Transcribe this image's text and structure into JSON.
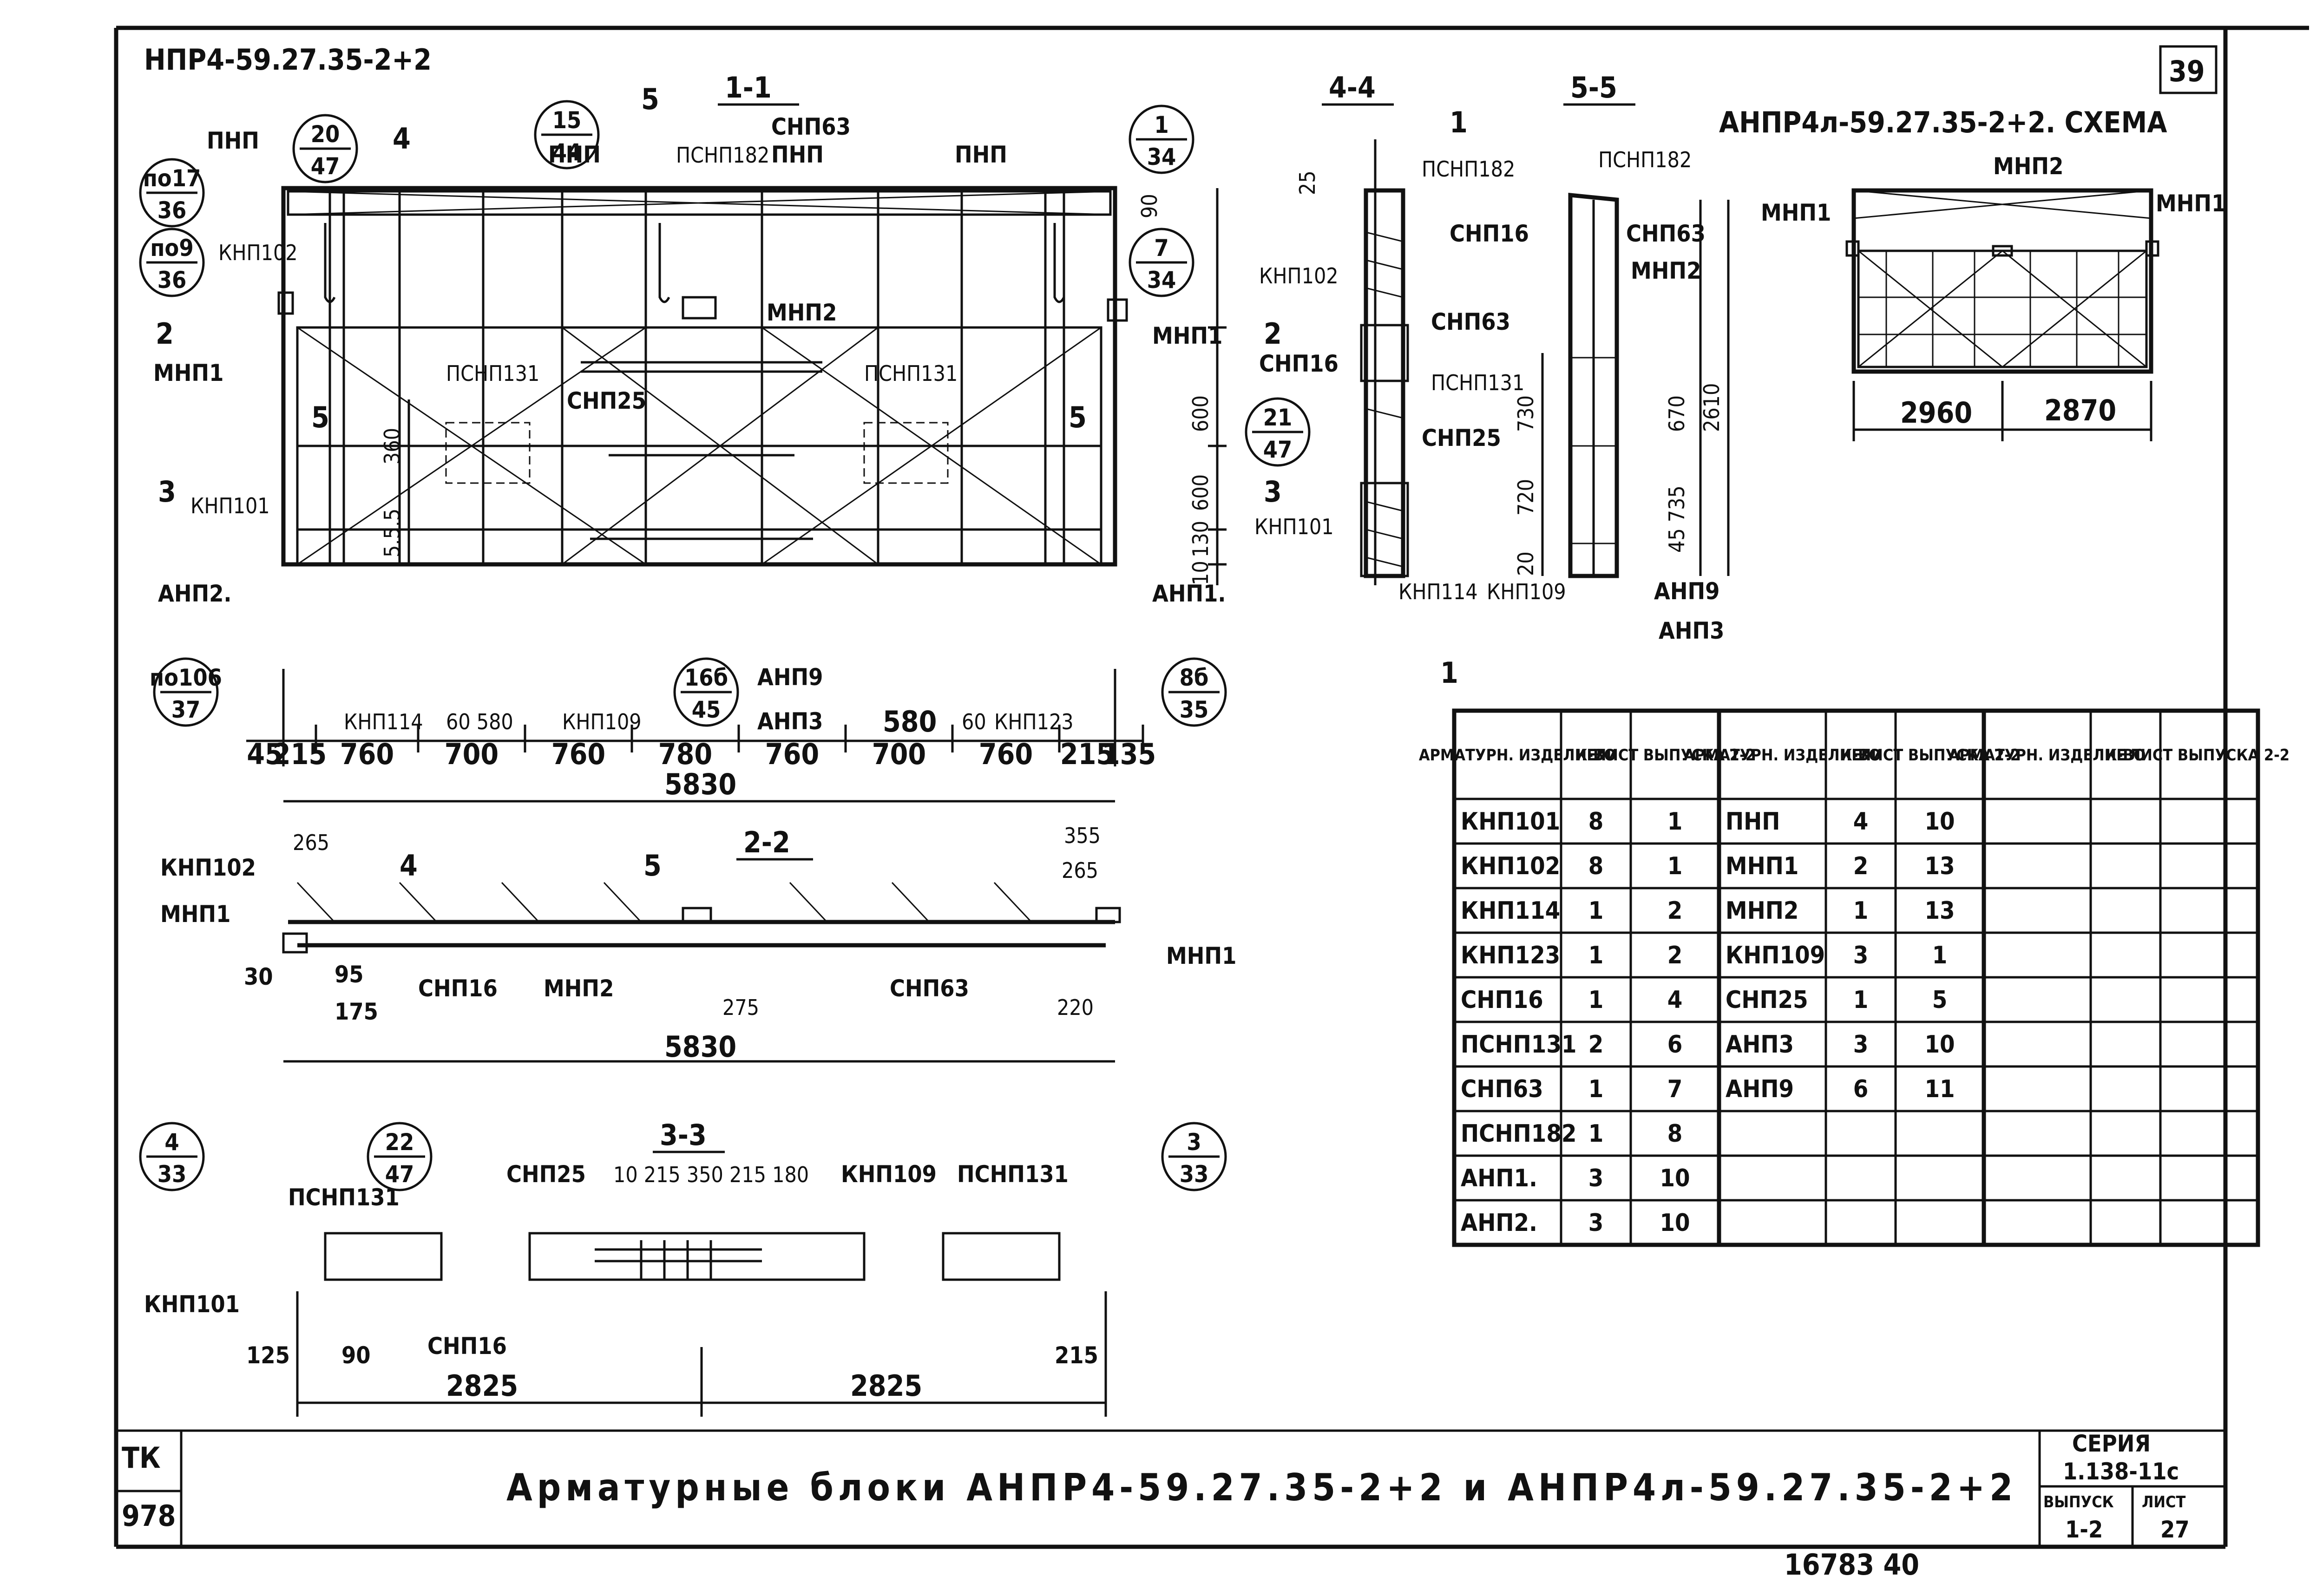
{
  "header": {
    "mark": "НПР4-59.27.35-2+2",
    "sheet_no": "39",
    "scheme_title": "АНПР4л-59.27.35-2+2. СХЕМА"
  },
  "views": {
    "s11": "1-1",
    "s22": "2-2",
    "s33": "3-3",
    "s44": "4-4",
    "s55": "5-5"
  },
  "callouts": [
    {
      "top": "20",
      "bottom": "47"
    },
    {
      "top": "15",
      "bottom": "44"
    },
    {
      "top": "1",
      "bottom": "34"
    },
    {
      "top": "по17",
      "bottom": "36"
    },
    {
      "top": "по9",
      "bottom": "36"
    },
    {
      "top": "7",
      "bottom": "34"
    },
    {
      "top": "21",
      "bottom": "47"
    },
    {
      "top": "по106",
      "bottom": "37"
    },
    {
      "top": "16б",
      "bottom": "45"
    },
    {
      "top": "8б",
      "bottom": "35"
    },
    {
      "top": "4",
      "bottom": "33"
    },
    {
      "top": "22",
      "bottom": "47"
    },
    {
      "top": "3",
      "bottom": "33"
    }
  ],
  "labels11": {
    "pnp1": "ПНП",
    "pnp2": "ПНП",
    "pnp3": "ПНП",
    "pnp4": "ПНП",
    "psnp182": "ПСНП182",
    "snp63": "СНП63",
    "knp102": "КНП102",
    "mnp1a": "МНП1",
    "mnp1b": "МНП1",
    "mnp2": "МНП2",
    "psnp131a": "ПСНП131",
    "psnp131b": "ПСНП131",
    "snp25": "СНП25",
    "knp101": "КНП101",
    "anp2": "АНП2.",
    "anp1": "АНП1.",
    "knp114": "КНП114",
    "knp109": "КНП109",
    "anp9": "АНП9",
    "anp3": "АНП3",
    "knp123": "КНП123",
    "cut4": "4",
    "cut5": "5",
    "cut2": "2",
    "cut3": "3",
    "cut2r": "2",
    "cut3r": "3",
    "five_l": "5",
    "five_r": "5"
  },
  "dims11": {
    "v90": "90",
    "v600a": "600",
    "v600b": "600",
    "v130": "130",
    "v10": "10",
    "v360": "360",
    "v555": "5.5.5",
    "d60_580": "60 580",
    "d580": "580",
    "d60": "60",
    "row": [
      "45",
      "215",
      "760",
      "700",
      "760",
      "780",
      "760",
      "700",
      "760",
      "215",
      "135"
    ],
    "total": "5830"
  },
  "labels44": {
    "psnp182": "ПСНП182",
    "knp102": "КНП102",
    "snp63": "СНП63",
    "snp16": "СНП16",
    "psnp131": "ПСНП131",
    "knp101": "КНП101",
    "knp114": "КНП114",
    "cut1": "1",
    "cut1b": "1",
    "d25": "25"
  },
  "labels55": {
    "psnp182": "ПСНП182",
    "snp16": "СНП16",
    "snp63": "СНП63",
    "mnp2": "МНП2",
    "snp25": "СНП25",
    "knp109": "КНП109",
    "anp9": "АНП9",
    "anp3": "АНП3",
    "d730": "730",
    "d720": "720",
    "d20": "20",
    "d670": "670",
    "d2610": "2610",
    "d45_735": "45 735"
  },
  "scheme": {
    "mnp1a": "МНП1",
    "mnp1b": "МНП1",
    "mnp2": "МНП2",
    "d2960": "2960",
    "d2870": "2870"
  },
  "labels22": {
    "knp102": "КНП102",
    "mnp1": "МНП1",
    "mnp1r": "МНП1",
    "snp16": "СНП16",
    "mnp2": "МНП2",
    "snp63": "СНП63",
    "d265a": "265",
    "d355": "355",
    "d265b": "265",
    "d30": "30",
    "d95": "95",
    "d175": "175",
    "d275": "275",
    "d220": "220",
    "total": "5830",
    "cut4": "4",
    "cut5": "5"
  },
  "labels33": {
    "psnp131a": "ПСНП131",
    "snp25": "СНП25",
    "knp109": "КНП109",
    "psnp131b": "ПСНП131",
    "knp101": "КНП101",
    "snp16": "СНП16",
    "dims_top": "10 215 350 215 180",
    "d125": "125",
    "d90": "90",
    "d215": "215",
    "d2825a": "2825",
    "d2825b": "2825"
  },
  "table": {
    "headers": [
      "АРМАТУРН. ИЗДЕЛИЕ",
      "К-ВО",
      "ЛИСТ ВЫПУСКА 2-2",
      "АРМАТУРН. ИЗДЕЛИЕ",
      "К-ВО",
      "ЛИСТ ВЫПУСКА 2-2",
      "АРМАТУРН. ИЗДЕЛИЕ",
      "К-ВО",
      "ЛИСТ ВЫПУСКА 2-2"
    ],
    "rows": [
      [
        "КНП101",
        "8",
        "1",
        "ПНП",
        "4",
        "10"
      ],
      [
        "КНП102",
        "8",
        "1",
        "МНП1",
        "2",
        "13"
      ],
      [
        "КНП114",
        "1",
        "2",
        "МНП2",
        "1",
        "13"
      ],
      [
        "КНП123",
        "1",
        "2",
        "КНП109",
        "3",
        "1"
      ],
      [
        "СНП16",
        "1",
        "4",
        "СНП25",
        "1",
        "5"
      ],
      [
        "ПСНП131",
        "2",
        "6",
        "АНП3",
        "3",
        "10"
      ],
      [
        "СНП63",
        "1",
        "7",
        "АНП9",
        "6",
        "11"
      ],
      [
        "ПСНП182",
        "1",
        "8",
        "",
        "",
        ""
      ],
      [
        "АНП1.",
        "3",
        "10",
        "",
        "",
        ""
      ],
      [
        "АНП2.",
        "3",
        "10",
        "",
        "",
        ""
      ]
    ]
  },
  "title_block": {
    "tk": "ТК",
    "tk_no": "978",
    "title": "Арматурные блоки АНПР4-59.27.35-2+2 и АНПР4л-59.27.35-2+2",
    "series_label": "СЕРИЯ",
    "series": "1.138-11с",
    "issue_label": "ВЫПУСК",
    "issue": "1-2",
    "sheet_label": "ЛИСТ",
    "sheet": "27",
    "inventory": "16783 40"
  }
}
